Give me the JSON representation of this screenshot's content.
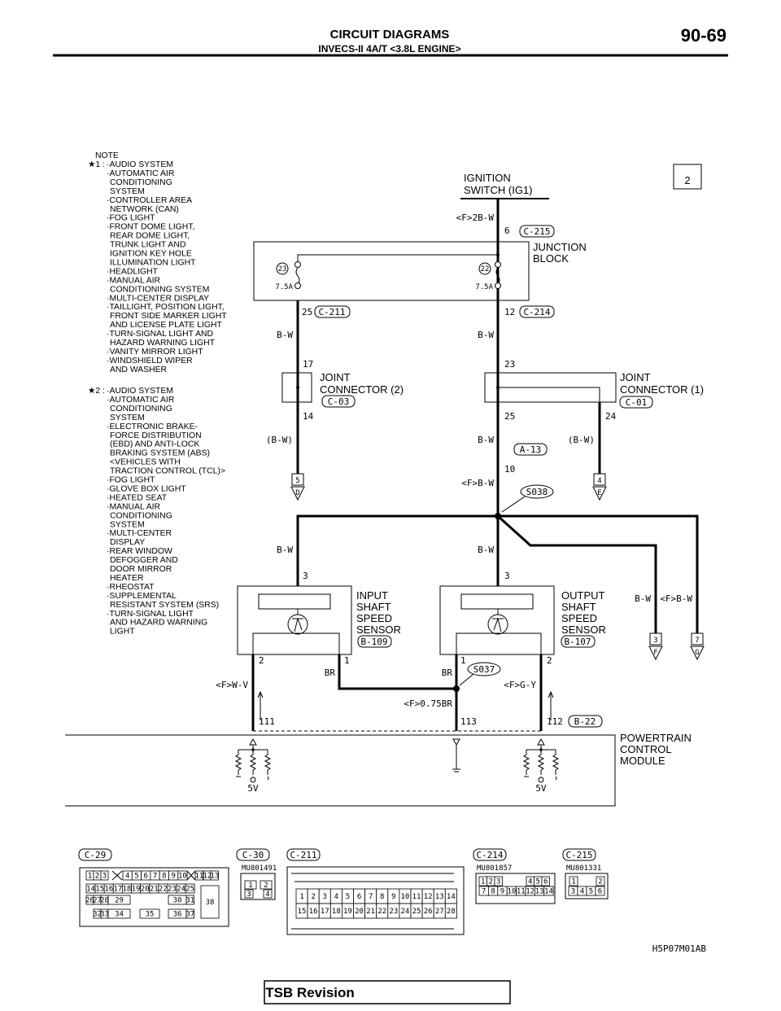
{
  "header": {
    "title": "CIRCUIT DIAGRAMS",
    "subtitle": "INVECS-II 4A/T <3.8L ENGINE>",
    "page_number": "90-69"
  },
  "diagram_number": "2",
  "notes": {
    "heading": "NOTE",
    "star1_marker": "★1 :",
    "star1_lines": [
      "·AUDIO SYSTEM",
      "·AUTOMATIC AIR",
      "CONDITIONING",
      "SYSTEM",
      "·CONTROLLER AREA",
      "NETWORK (CAN)",
      "·FOG LIGHT",
      "·FRONT DOME LIGHT,",
      "REAR DOME LIGHT,",
      "TRUNK LIGHT AND",
      "IGNITION KEY HOLE",
      "ILLUMINATION LIGHT",
      "·HEADLIGHT",
      "·MANUAL AIR",
      "CONDITIONING SYSTEM",
      "·MULTI-CENTER DISPLAY",
      "·TAILLIGHT, POSITION LIGHT,",
      "FRONT SIDE MARKER LIGHT",
      "AND LICENSE PLATE LIGHT",
      "·TURN-SIGNAL LIGHT AND",
      "HAZARD WARNING LIGHT",
      "·VANITY MIRROR LIGHT",
      "·WINDSHIELD WIPER",
      "AND WASHER"
    ],
    "star2_marker": "★2 :",
    "star2_lines": [
      "·AUDIO SYSTEM",
      "·AUTOMATIC AIR",
      "CONDITIONING",
      "SYSTEM",
      "·ELECTRONIC BRAKE-",
      "FORCE DISTRIBUTION",
      "(EBD) AND ANTI-LOCK",
      "BRAKING SYSTEM (ABS)",
      "<VEHICLES WITH",
      "TRACTION CONTROL (TCL)>",
      "·FOG LIGHT",
      "·GLOVE BOX LIGHT",
      "·HEATED SEAT",
      "·MANUAL AIR",
      "CONDITIONING",
      "SYSTEM",
      "·MULTI-CENTER",
      "DISPLAY",
      "·REAR WINDOW",
      "DEFOGGER AND",
      "DOOR MIRROR",
      "HEATER",
      "·RHEOSTAT",
      "·SUPPLEMENTAL",
      "RESISTANT SYSTEM (SRS)",
      "·TURN-SIGNAL LIGHT",
      "AND HAZARD WARNING",
      "LIGHT"
    ]
  },
  "components": {
    "ignition_switch": [
      "IGNITION",
      "SWITCH (IG1)"
    ],
    "junction_block": [
      "JUNCTION",
      "BLOCK"
    ],
    "joint_connector_2": [
      "JOINT",
      "CONNECTOR (2)"
    ],
    "joint_connector_1": [
      "JOINT",
      "CONNECTOR (1)"
    ],
    "input_sensor": [
      "INPUT",
      "SHAFT",
      "SPEED",
      "SENSOR"
    ],
    "output_sensor": [
      "OUTPUT",
      "SHAFT",
      "SPEED",
      "SENSOR"
    ],
    "pcm": [
      "POWERTRAIN",
      "CONTROL",
      "MODULE"
    ]
  },
  "fuses": [
    {
      "number": "23",
      "rating": "7.5A"
    },
    {
      "number": "22",
      "rating": "7.5A"
    }
  ],
  "connector_refs": {
    "c215": "C-215",
    "c211": "C-211",
    "c214": "C-214",
    "c03": "C-03",
    "c01": "C-01",
    "a13": "A-13",
    "b109": "B-109",
    "b107": "B-107",
    "b22": "B-22",
    "s038": "S038",
    "s037": "S037"
  },
  "pins": {
    "ig_6": "6",
    "jb_25": "25",
    "jb_12": "12",
    "jc2_17": "17",
    "jc2_14": "14",
    "jc1_23": "23",
    "jc1_25": "25",
    "jc1_24": "24",
    "a13_10": "10",
    "in_3": "3",
    "out_3": "3",
    "in_2": "2",
    "in_1": "1",
    "out_1": "1",
    "out_2": "2",
    "pcm_111": "111",
    "pcm_113": "113",
    "pcm_112": "112"
  },
  "wires": {
    "ig": "<F>2B-W",
    "bw": "B-W",
    "bw_paren": "(B-W)",
    "fbw": "<F>B-W",
    "br": "BR",
    "wv": "<F>W-V",
    "gy": "<F>G-Y",
    "br075": "<F>0.75BR"
  },
  "offpage": [
    {
      "num": "5",
      "letter": "D"
    },
    {
      "num": "4",
      "letter": "E"
    },
    {
      "num": "3",
      "letter": "F"
    },
    {
      "num": "7",
      "letter": "G"
    }
  ],
  "supply_voltage": "5V",
  "connectors": [
    {
      "name": "C-29",
      "part": "",
      "pins": [
        "1",
        "2",
        "3",
        "4",
        "5",
        "6",
        "7",
        "8",
        "9",
        "10",
        "11",
        "12",
        "13",
        "14",
        "15",
        "16",
        "17",
        "18",
        "19",
        "20",
        "21",
        "22",
        "23",
        "24",
        "25",
        "26",
        "27",
        "28",
        "29",
        "30",
        "31",
        "32",
        "33",
        "34",
        "35",
        "36",
        "37",
        "38"
      ]
    },
    {
      "name": "C-30",
      "part": "MU801491",
      "pins": [
        "1",
        "2",
        "3",
        "4"
      ]
    },
    {
      "name": "C-211",
      "part": "",
      "pins": [
        "1",
        "2",
        "3",
        "4",
        "5",
        "6",
        "7",
        "8",
        "9",
        "10",
        "11",
        "12",
        "13",
        "14",
        "15",
        "16",
        "17",
        "18",
        "19",
        "20",
        "21",
        "22",
        "23",
        "24",
        "25",
        "26",
        "27",
        "28"
      ]
    },
    {
      "name": "C-214",
      "part": "MU801857",
      "pins": [
        "1",
        "2",
        "3",
        "4",
        "5",
        "6",
        "7",
        "8",
        "9",
        "10",
        "11",
        "12",
        "13",
        "14"
      ]
    },
    {
      "name": "C-215",
      "part": "MU801331",
      "pins": [
        "1",
        "2",
        "3",
        "4",
        "5",
        "6"
      ]
    }
  ],
  "figure_code": "H5P07M01AB",
  "footer": "TSB Revision"
}
